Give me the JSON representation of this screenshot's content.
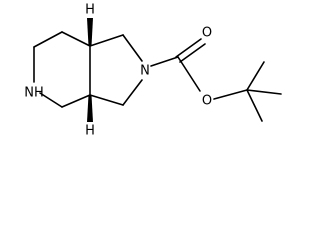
{
  "molecule": {
    "atoms": {
      "n_ring": "N",
      "nh": "NH",
      "o_carbonyl": "O",
      "o_ester": "O",
      "h_top": "H",
      "h_bottom": "H"
    }
  }
}
